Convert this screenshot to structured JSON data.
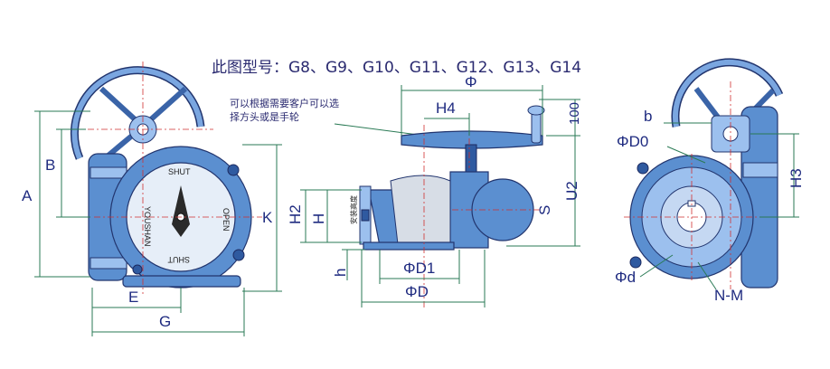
{
  "title": "此图型号：G8、G9、G10、G11、G12、G13、G14",
  "note_line1": "可以根据需要客户可以选",
  "note_line2": "择方头或是手轮",
  "install_label": "安装高度",
  "front_face": {
    "brand": "YOUSHAN",
    "shut_top": "SHUT",
    "open": "OPEN",
    "shut_bottom": "SHUT"
  },
  "dimensions": {
    "A": "A",
    "B": "B",
    "E": "E",
    "G": "G",
    "K": "K",
    "H2": "H2",
    "H": "H",
    "h": "h",
    "D1": "ΦD1",
    "D": "ΦD",
    "S": "S",
    "U2": "U2",
    "phi": "Φ",
    "H4": "H4",
    "v100": "100",
    "b": "b",
    "D0": "ΦD0",
    "H3": "H3",
    "d": "Φd",
    "NM": "N-M"
  },
  "colors": {
    "body": "#5b8fd0",
    "body_light": "#9cc0ee",
    "body_dark": "#2f5aa0",
    "dimension": "#2a7a55",
    "centerline": "#d03030",
    "text": "#1f2b80"
  }
}
